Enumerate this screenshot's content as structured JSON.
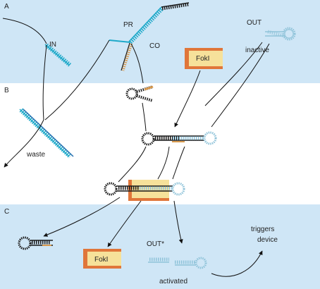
{
  "panels": {
    "a": "A",
    "b": "B",
    "c": "C"
  },
  "labels": {
    "in": "IN",
    "pr": "PR",
    "co": "CO",
    "out": "OUT",
    "inactive": "inactive",
    "fokl_top": "FokI",
    "waste": "waste",
    "fokl_bottom": "FokI",
    "out_star": "OUT*",
    "activated": "activated",
    "triggers": "triggers",
    "device": "device"
  },
  "colors": {
    "band": "#cfe6f6",
    "cyan_strand": "#1ea9c9",
    "light_blue_strand": "#8fc3d9",
    "black_strand": "#1a1a1a",
    "orange": "#d99a4e",
    "fokl_box": "#f6e19a",
    "fokl_bar": "#e0763a"
  }
}
